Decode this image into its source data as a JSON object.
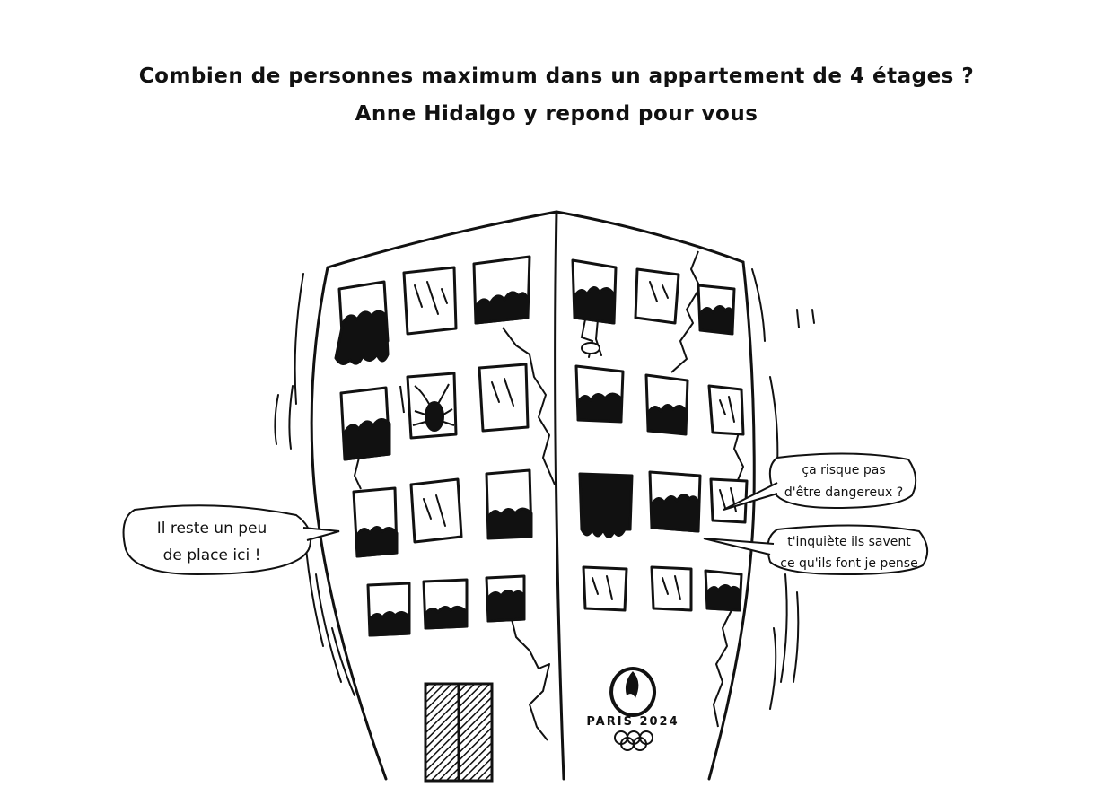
{
  "title": {
    "line1": "Combien de personnes maximum dans un appartement de 4 étages ?",
    "line2": "Anne Hidalgo y repond pour vous"
  },
  "bubbles": {
    "left": {
      "line1": "Il reste un peu",
      "line2": "de place ici !"
    },
    "right_top": {
      "line1": "ça risque pas",
      "line2": "d'être dangereux ?"
    },
    "right_bottom": {
      "line1": "t'inquiète ils savent",
      "line2": "ce qu'ils font je pense"
    }
  },
  "logo": {
    "text": "PARIS 2024"
  },
  "colors": {
    "ink": "#111111",
    "paper": "#ffffff"
  }
}
